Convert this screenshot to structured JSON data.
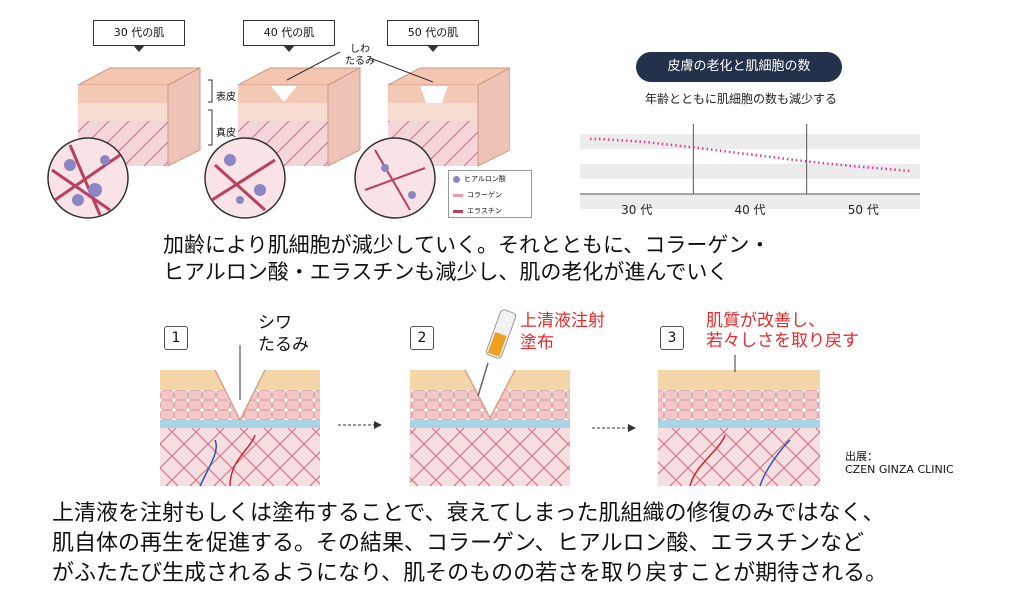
{
  "top_labels": {
    "age30": "30 代の肌",
    "age40": "40 代の肌",
    "age50": "50 代の肌",
    "wrinkle": "しわ\nたるみ",
    "epidermis": "表皮",
    "dermis": "真皮"
  },
  "legend": {
    "hyaluronic": "ヒアルロン酸",
    "collagen": "コラーゲン",
    "elastin": "エラスチン"
  },
  "chart_data": {
    "type": "line",
    "title": "皮膚の老化と肌細胞の数",
    "subtitle": "年齢とともに肌細胞の数も減少する",
    "categories": [
      "30 代",
      "40 代",
      "50 代"
    ],
    "x": [
      0.0,
      0.1,
      0.5,
      1.0,
      1.5,
      2.0,
      2.5,
      3.0
    ],
    "values": [
      1.0,
      1.0,
      0.95,
      0.84,
      0.72,
      0.6,
      0.5,
      0.42
    ],
    "xlim": [
      0,
      3
    ],
    "ylim": [
      0,
      1.2
    ],
    "grid": true,
    "line_color": "#e23a8a"
  },
  "captions": {
    "line1": "加齢により肌細胞が減少していく。それとともに、コラーゲン・",
    "line2": "ヒアルロン酸・エラスチンも減少し、肌の老化が進んでいく"
  },
  "steps": [
    {
      "num": "1",
      "label_l1": "シワ",
      "label_l2": "たるみ"
    },
    {
      "num": "2",
      "label_l1": "上清液注射",
      "label_l2": "塗布"
    },
    {
      "num": "3",
      "label_l1": "肌質が改善し、",
      "label_l2": "若々しさを取り戻す"
    }
  ],
  "source": {
    "label": "出展：",
    "name": "CZEN GINZA CLINIC"
  },
  "bottom": {
    "line1": "上清液を注射もしくは塗布することで、衰えてしまった肌組織の修復のみではなく、",
    "line2": "肌自体の再生を促進する。その結果、コラーゲン、ヒアルロン酸、エラスチンなど",
    "line3": "がふたたび生成されるようになり、肌そのものの若さを取り戻すことが期待される。"
  },
  "colors": {
    "skin_top": "#f2c9b4",
    "skin_mid": "#f7dcd0",
    "dermis": "#f5d6d8",
    "fiber": "#c9506b",
    "hyaluronic": "#8c86c4",
    "accent_red": "#e22b2b",
    "chart_title_bg": "#23324a"
  }
}
